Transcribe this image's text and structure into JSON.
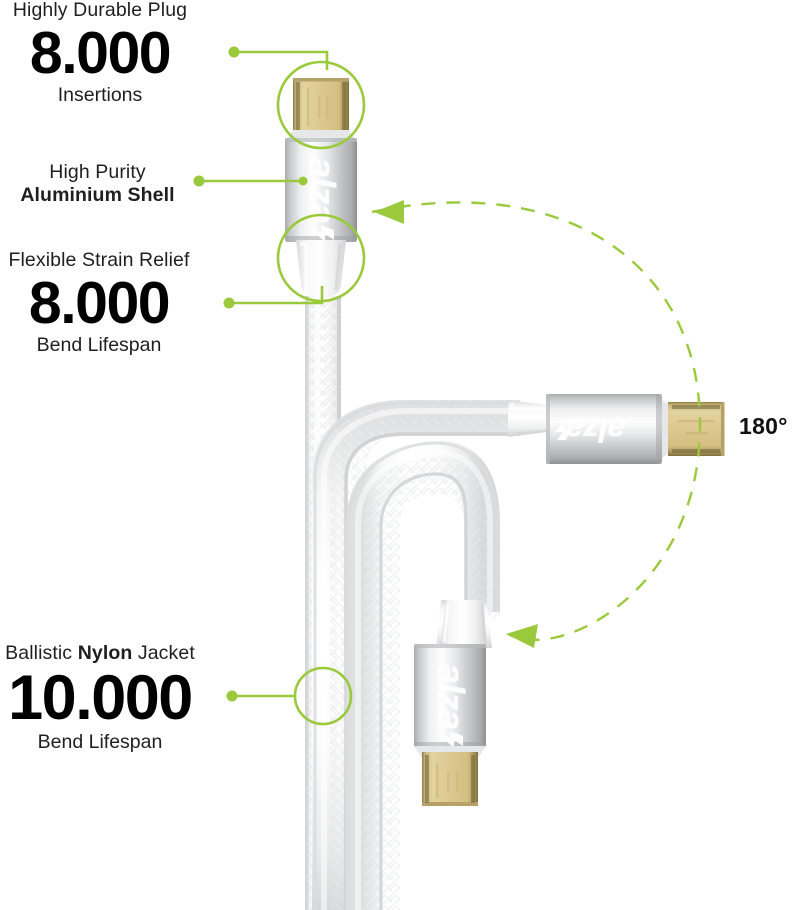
{
  "product": {
    "brand": "alza",
    "angle_label": "180°"
  },
  "callouts": [
    {
      "id": "durable-plug",
      "caption_html": "Highly Durable Plug",
      "value": "8.000",
      "unit": "Insertions"
    },
    {
      "id": "aluminium-shell",
      "caption_line1": "High Purity",
      "caption_line2": "Aluminium Shell",
      "value": "",
      "unit": ""
    },
    {
      "id": "strain-relief",
      "caption_html": "Flexible Strain Relief",
      "value": "8.000",
      "unit": "Bend Lifespan"
    },
    {
      "id": "nylon-jacket",
      "caption_pre": "Ballistic ",
      "caption_bold": "Nylon",
      "caption_post": " Jacket",
      "value": "10.000",
      "unit": "Bend Lifespan"
    }
  ],
  "colors": {
    "accent_green": "#9ACA3C",
    "text_dark": "#1f1f1f",
    "gold": "#D9C27E",
    "silver_light": "#F2F2F2",
    "silver_mid": "#C9CACB",
    "cable_white": "#FBFBFB"
  },
  "icons": {
    "arrow_top": "arrow-left-dashed-icon",
    "arrow_bottom": "arrow-left-dashed-icon",
    "bolt": "lightning-bolt-icon"
  }
}
